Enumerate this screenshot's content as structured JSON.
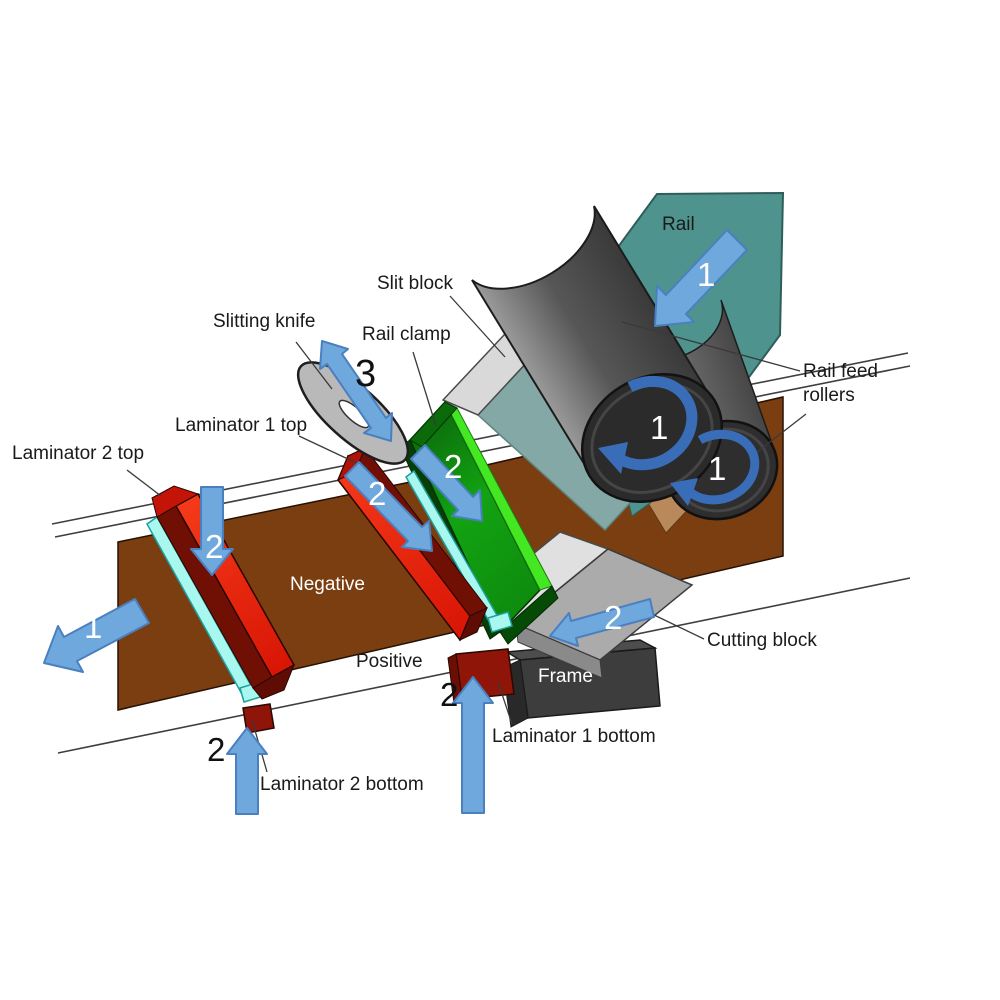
{
  "diagram": {
    "labels": {
      "rail": "Rail",
      "slit_block": "Slit block",
      "slitting_knife": "Slitting knife",
      "rail_clamp": "Rail clamp",
      "laminator_1_top": "Laminator 1 top",
      "laminator_2_top": "Laminator 2 top",
      "rail_feed_rollers": "Rail feed\nrollers",
      "negative": "Negative",
      "positive": "Positive",
      "cutting_block": "Cutting block",
      "frame": "Frame",
      "laminator_1_bottom": "Laminator 1 bottom",
      "laminator_2_bottom": "Laminator 2 bottom"
    },
    "steps": {
      "step1": "1",
      "step2": "2",
      "step3": "3"
    },
    "colors": {
      "rail_teal": "#4f938e",
      "roller_gray": "#565656",
      "roller_cap_dark": "#2b2b2b",
      "clamp_green": "#12a312",
      "clamp_green_highlight": "#44e822",
      "laminator_red": "#e8220c",
      "laminator_red_dark": "#701005",
      "laminator_bottom_red": "#8e1508",
      "film_cyan": "#a8f8f0",
      "negative_brown": "#7b3e10",
      "tan_patch": "#b9895c",
      "block_gray": "#ababab",
      "slit_block_gray": "#d9d9d9",
      "frame_dark": "#3d3d3d",
      "arrow_blue": "#6fa8dc",
      "arrow_blue_dark": "#3a6db8"
    }
  }
}
